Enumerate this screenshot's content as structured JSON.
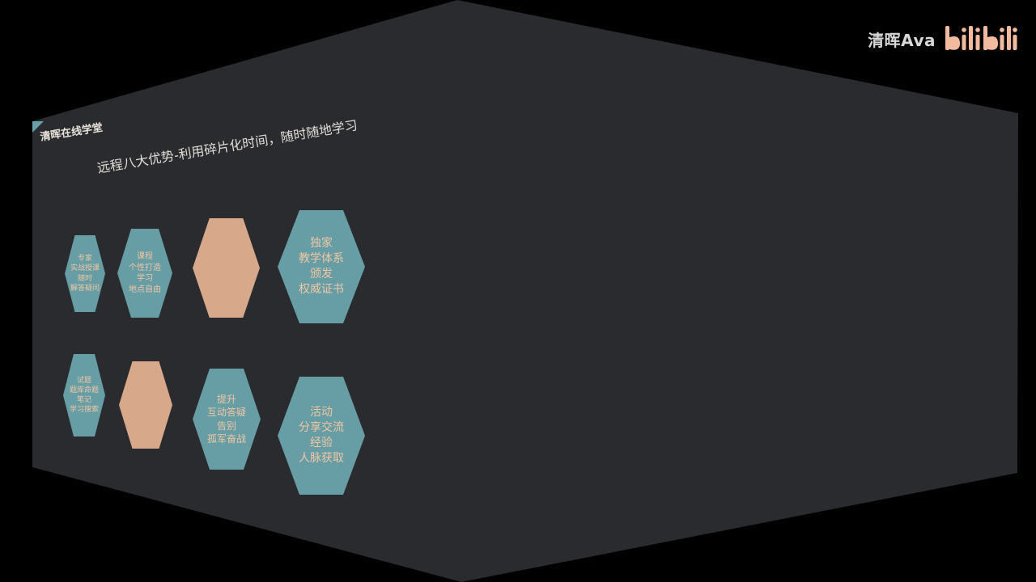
{
  "watermark": {
    "uploader": "清晖Ava",
    "platform": "bilibili"
  },
  "slide": {
    "brand": "清晖在线学堂",
    "subtitle": "远程八大优势-利用碎片化时间，随时随地学习",
    "tiles": [
      {
        "style": "teal",
        "lines": [
          "专家",
          "实战授课",
          "随时",
          "解答疑问"
        ]
      },
      {
        "style": "teal",
        "lines": [
          "课程",
          "个性打造",
          "学习",
          "地点自由"
        ]
      },
      {
        "style": "peach",
        "lines": []
      },
      {
        "style": "teal",
        "lines": [
          "独家",
          "教学体系",
          "颁发",
          "权威证书"
        ]
      },
      {
        "style": "teal",
        "lines": [
          "试题",
          "题库命题",
          "笔记",
          "学习搜索"
        ]
      },
      {
        "style": "peach",
        "lines": []
      },
      {
        "style": "teal",
        "lines": [
          "提升",
          "互动答疑",
          "告别",
          "孤军奋战"
        ]
      },
      {
        "style": "teal",
        "lines": [
          "活动",
          "分享交流",
          "经验",
          "人脉获取"
        ]
      }
    ]
  },
  "colors": {
    "panel": "#292b2f",
    "tile_teal": "#679ea5",
    "tile_peach": "#d8a88a",
    "tile_text": "#f0c6a4",
    "logo": "#f2bba0"
  }
}
